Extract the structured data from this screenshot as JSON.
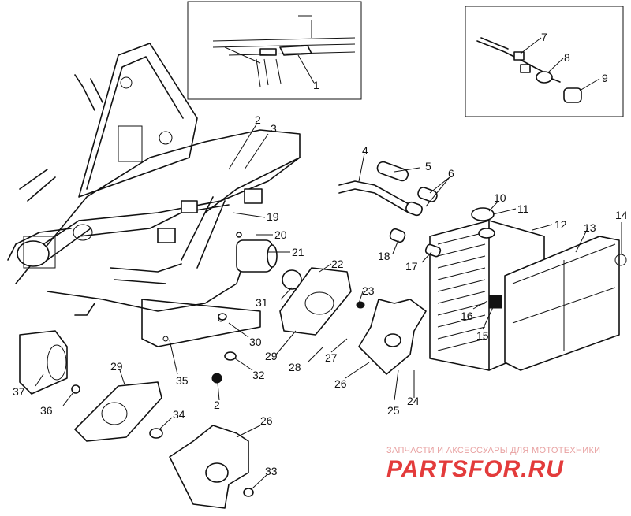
{
  "callouts": [
    "1",
    "2",
    "3",
    "4",
    "5",
    "6",
    "7",
    "8",
    "9",
    "10",
    "11",
    "12",
    "13",
    "14",
    "15",
    "16",
    "17",
    "18",
    "19",
    "20",
    "21",
    "22",
    "23",
    "24",
    "25",
    "26",
    "27",
    "28",
    "29",
    "30",
    "31",
    "32",
    "33",
    "34",
    "35",
    "36",
    "37"
  ],
  "watermark": {
    "tagline": "ЗАПЧАСТИ И АКСЕССУАРЫ ДЛЯ МОТОТЕХНИКИ",
    "logo": "PARTSFOR.RU",
    "color": "#e33b3b"
  }
}
